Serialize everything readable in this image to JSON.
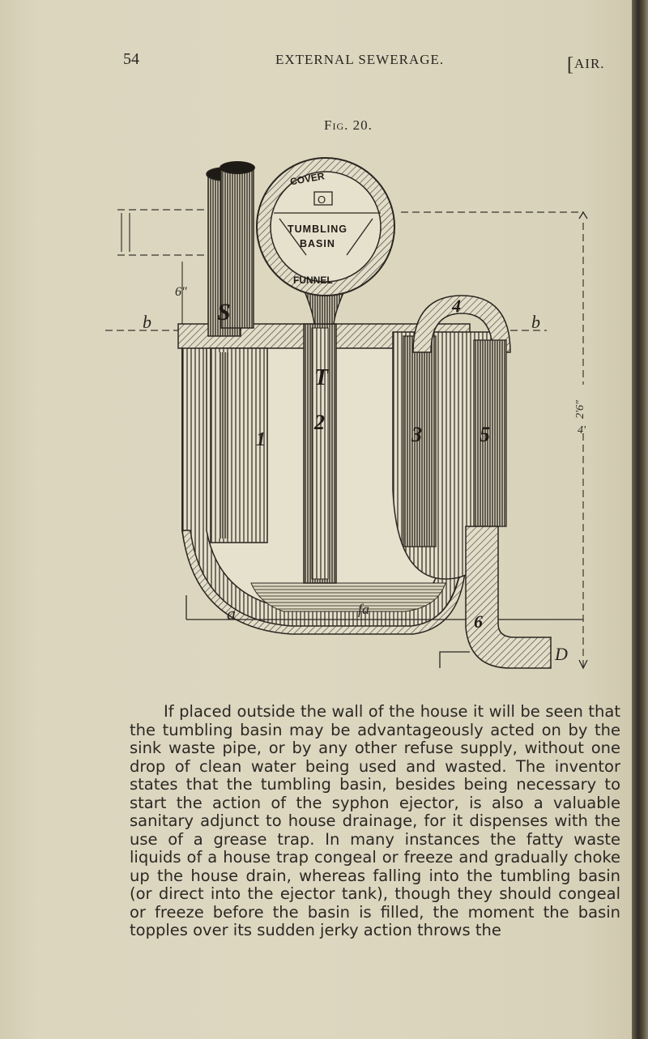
{
  "header": {
    "page_number": "54",
    "running_title": "EXTERNAL SEWERAGE.",
    "running_tag": "AIR."
  },
  "figure": {
    "caption": "Fig. 20.",
    "labels": {
      "tumbling": "TUMBLING",
      "basin": "BASIN",
      "cover": "COVER",
      "funnel": "FUNNEL",
      "O": "O",
      "a": "a",
      "b": "b",
      "fa": "fa",
      "D": "D",
      "S": "S",
      "T": "T",
      "n1": "1",
      "n2": "2",
      "n3": "3",
      "n4": "4",
      "n5": "5",
      "n6": "6",
      "dim_left": "6\"",
      "dim_right_a": "2'6\"",
      "dim_right_b": "4'"
    }
  },
  "body": {
    "paragraph": "If placed outside the wall of the house it will be seen that the tumbling basin may be advantageously acted on by the sink waste pipe, or by any other refuse supply, without one drop of clean water being used and wasted. The inventor states that the tumbling basin, besides being necessary to start the action of the syphon ejector, is also a valuable sanitary adjunct to house drainage, for it dispenses with the use of a grease trap. In many instances the fatty waste liquids of a house trap congeal or freeze and gradually choke up the house drain, whereas falling into the tumbling basin (or direct into the ejector tank), though they should congeal or freeze before the basin is filled, the moment the basin topples over its sudden jerky action throws the"
  }
}
